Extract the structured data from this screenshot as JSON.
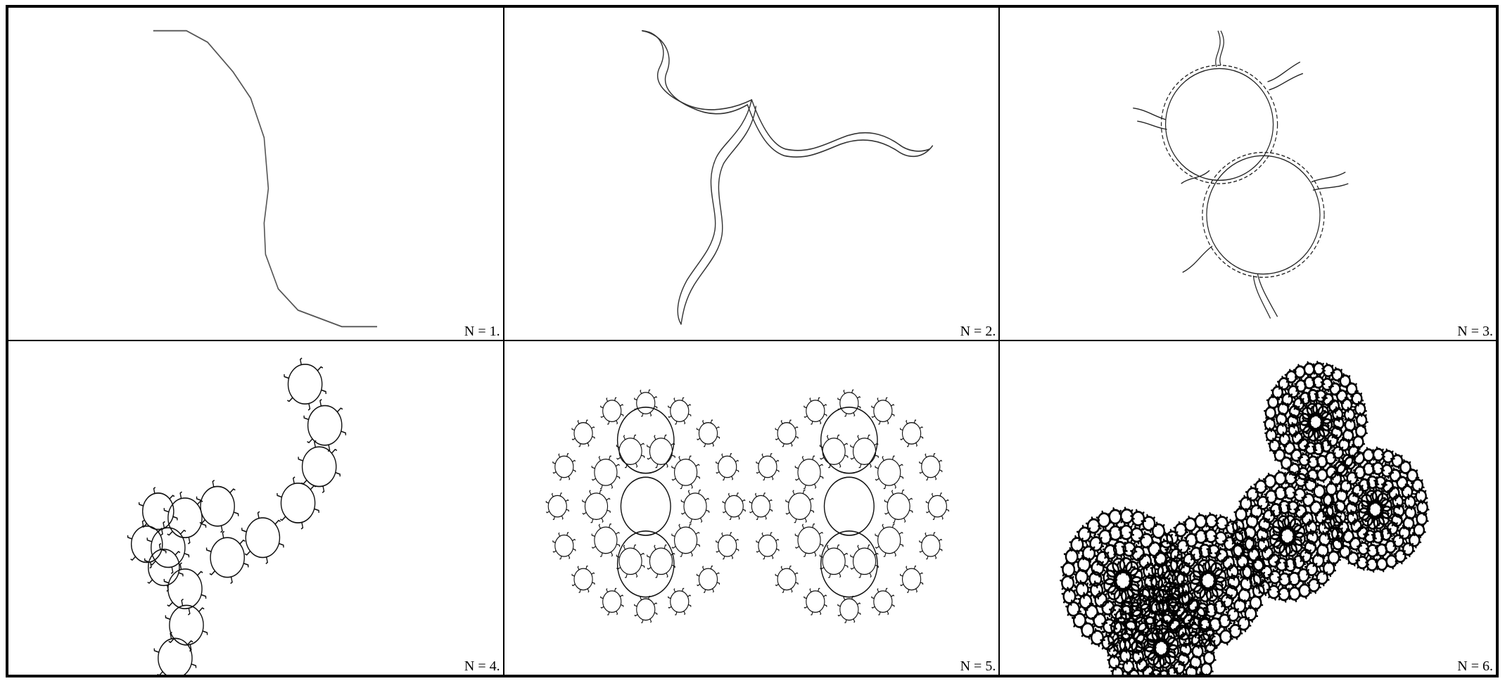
{
  "panels": [
    {
      "label": "N = 1."
    },
    {
      "label": "N = 2."
    },
    {
      "label": "N = 3."
    },
    {
      "label": "N = 4."
    },
    {
      "label": "N = 5."
    },
    {
      "label": "N = 6."
    }
  ],
  "colors": {
    "ink": "#000000",
    "background": "#ffffff",
    "border": "#000000"
  }
}
